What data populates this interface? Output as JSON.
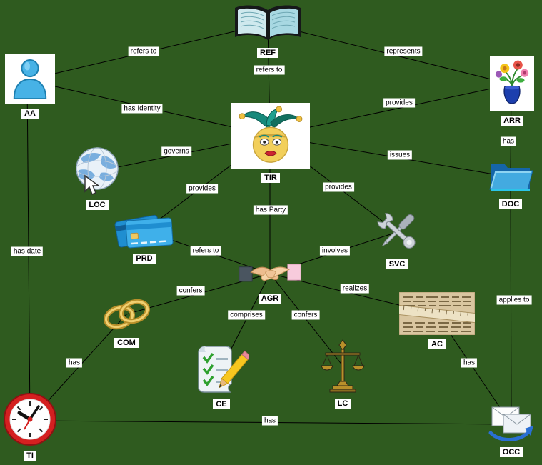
{
  "diagram": {
    "colors": {
      "background": "#2f5b1f",
      "edge_line": "#000000",
      "label_background": "#ffffff",
      "label_text": "#000000"
    },
    "nodes": [
      {
        "id": "REF",
        "label": "REF",
        "icon": "open-book-icon"
      },
      {
        "id": "AA",
        "label": "AA",
        "icon": "person-icon"
      },
      {
        "id": "ARR",
        "label": "ARR",
        "icon": "flower-vase-icon"
      },
      {
        "id": "TIR",
        "label": "TIR",
        "icon": "jester-mask-icon"
      },
      {
        "id": "LOC",
        "label": "LOC",
        "icon": "globe-cursor-icon"
      },
      {
        "id": "DOC",
        "label": "DOC",
        "icon": "folder-icon"
      },
      {
        "id": "PRD",
        "label": "PRD",
        "icon": "credit-cards-icon"
      },
      {
        "id": "SVC",
        "label": "SVC",
        "icon": "tools-icon"
      },
      {
        "id": "AGR",
        "label": "AGR",
        "icon": "handshake-icon"
      },
      {
        "id": "COM",
        "label": "COM",
        "icon": "rings-icon"
      },
      {
        "id": "AC",
        "label": "AC",
        "icon": "ruler-text-icon"
      },
      {
        "id": "CE",
        "label": "CE",
        "icon": "checklist-scroll-icon"
      },
      {
        "id": "LC",
        "label": "LC",
        "icon": "scales-icon"
      },
      {
        "id": "TI",
        "label": "TI",
        "icon": "clock-icon"
      },
      {
        "id": "OCC",
        "label": "OCC",
        "icon": "envelopes-icon"
      }
    ],
    "edges": [
      {
        "from": "AA",
        "to": "REF",
        "label": "refers to"
      },
      {
        "from": "REF",
        "to": "ARR",
        "label": "represents"
      },
      {
        "from": "REF",
        "to": "TIR",
        "label": "refers to"
      },
      {
        "from": "AA",
        "to": "TIR",
        "label": "has Identity"
      },
      {
        "from": "TIR",
        "to": "ARR",
        "label": "provides"
      },
      {
        "from": "ARR",
        "to": "DOC",
        "label": "has"
      },
      {
        "from": "LOC",
        "to": "TIR",
        "label": "governs"
      },
      {
        "from": "TIR",
        "to": "DOC",
        "label": "issues"
      },
      {
        "from": "TIR",
        "to": "PRD",
        "label": "provides"
      },
      {
        "from": "TIR",
        "to": "SVC",
        "label": "provides"
      },
      {
        "from": "TIR",
        "to": "AGR",
        "label": "has Party"
      },
      {
        "from": "PRD",
        "to": "AGR",
        "label": "refers to"
      },
      {
        "from": "SVC",
        "to": "AGR",
        "label": "involves"
      },
      {
        "from": "AA",
        "to": "TI",
        "label": "has date"
      },
      {
        "from": "AGR",
        "to": "COM",
        "label": "confers"
      },
      {
        "from": "AGR",
        "to": "AC",
        "label": "realizes"
      },
      {
        "from": "AGR",
        "to": "CE",
        "label": "comprises"
      },
      {
        "from": "AGR",
        "to": "LC",
        "label": "confers"
      },
      {
        "from": "DOC",
        "to": "OCC",
        "label": "applies to"
      },
      {
        "from": "COM",
        "to": "TI",
        "label": "has"
      },
      {
        "from": "AC",
        "to": "OCC",
        "label": "has"
      },
      {
        "from": "TI",
        "to": "OCC",
        "label": "has"
      }
    ]
  }
}
